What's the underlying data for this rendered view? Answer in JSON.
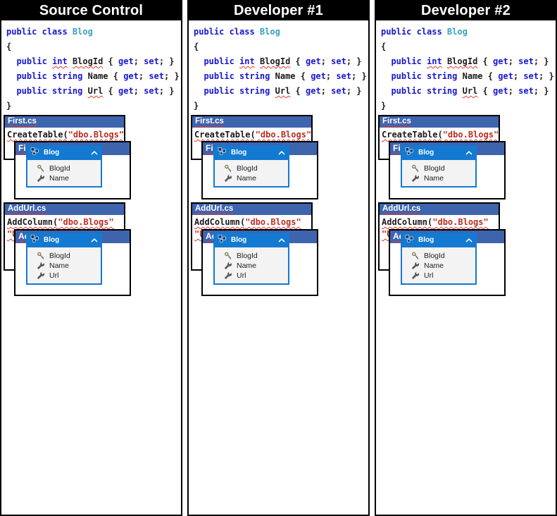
{
  "columns": [
    {
      "title": "Source Control"
    },
    {
      "title": "Developer #1"
    },
    {
      "title": "Developer #2"
    }
  ],
  "colors": {
    "header_bg": "#000000",
    "header_text": "#ffffff",
    "window_titlebar": "#3e64ae",
    "entity_header": "#1379d1",
    "entity_body_bg": "#f3f3f3",
    "keyword": "#1616d2",
    "type_name": "#35a1c4",
    "string_literal": "#bd2d20",
    "squiggle": "#e8352a",
    "code_text": "#1a1a1a"
  },
  "class_code": {
    "lines": [
      [
        {
          "t": "public class ",
          "c": "kw"
        },
        {
          "t": "Blog",
          "c": "type"
        }
      ],
      [
        {
          "t": "{",
          "c": "pl"
        }
      ],
      [
        {
          "t": "  ",
          "c": "pl"
        },
        {
          "t": "public ",
          "c": "kw"
        },
        {
          "t": "int",
          "c": "kw sq"
        },
        {
          "t": " ",
          "c": "pl"
        },
        {
          "t": "BlogId",
          "c": "pl sq"
        },
        {
          "t": " { ",
          "c": "pl"
        },
        {
          "t": "get",
          "c": "kw"
        },
        {
          "t": "; ",
          "c": "pl"
        },
        {
          "t": "set",
          "c": "kw"
        },
        {
          "t": "; }",
          "c": "pl"
        }
      ],
      [
        {
          "t": "  ",
          "c": "pl"
        },
        {
          "t": "public ",
          "c": "kw"
        },
        {
          "t": "string",
          "c": "kw"
        },
        {
          "t": " Name { ",
          "c": "pl"
        },
        {
          "t": "get",
          "c": "kw"
        },
        {
          "t": "; ",
          "c": "pl"
        },
        {
          "t": "set",
          "c": "kw"
        },
        {
          "t": "; }",
          "c": "pl"
        }
      ],
      [
        {
          "t": "  ",
          "c": "pl"
        },
        {
          "t": "public ",
          "c": "kw"
        },
        {
          "t": "string",
          "c": "kw"
        },
        {
          "t": " ",
          "c": "pl"
        },
        {
          "t": "Url",
          "c": "pl sq"
        },
        {
          "t": " { ",
          "c": "pl"
        },
        {
          "t": "get",
          "c": "kw"
        },
        {
          "t": "; ",
          "c": "pl"
        },
        {
          "t": "set",
          "c": "kw"
        },
        {
          "t": "; }",
          "c": "pl"
        }
      ],
      [
        {
          "t": "}",
          "c": "pl"
        }
      ]
    ]
  },
  "windows": {
    "first_cs": {
      "title": "First.cs",
      "lines": [
        [
          {
            "t": "CreateTable(",
            "c": "pl sq"
          },
          {
            "t": "\"dbo.Blogs\"",
            "c": "str sq"
          }
        ]
      ]
    },
    "first_resx": {
      "title": "First.resx",
      "entity": {
        "name": "Blog",
        "collapse_icon": "chevron-up",
        "rows": [
          {
            "icon": "key",
            "label": "BlogId"
          },
          {
            "icon": "wrench",
            "label": "Name"
          }
        ]
      }
    },
    "addurl_cs": {
      "title": "AddUrl.cs",
      "lines": [
        [
          {
            "t": "AddColumn(",
            "c": "pl sq"
          },
          {
            "t": "\"dbo.Blogs\"",
            "c": "str sq"
          }
        ],
        [
          {
            "t": "\"U",
            "c": "str sq"
          }
        ]
      ]
    },
    "addurl_resx": {
      "title": "AddUrl.resx",
      "entity": {
        "name": "Blog",
        "collapse_icon": "chevron-up",
        "rows": [
          {
            "icon": "key",
            "label": "BlogId"
          },
          {
            "icon": "wrench",
            "label": "Name"
          },
          {
            "icon": "wrench",
            "label": "Url"
          }
        ]
      }
    }
  }
}
